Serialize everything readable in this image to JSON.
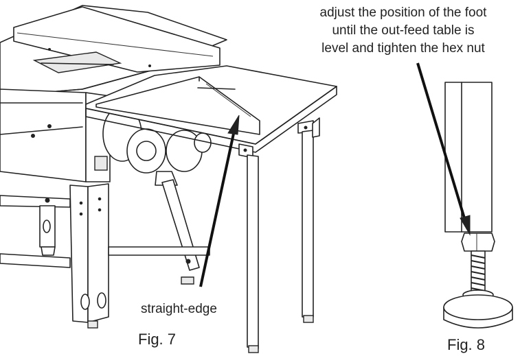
{
  "figures": {
    "fig7": {
      "caption": "Fig. 7",
      "callout": "straight-edge"
    },
    "fig8": {
      "caption": "Fig. 8",
      "callout_lines": [
        "adjust the position of the foot",
        "until the out-feed table is",
        "level and tighten the hex nut"
      ]
    }
  }
}
